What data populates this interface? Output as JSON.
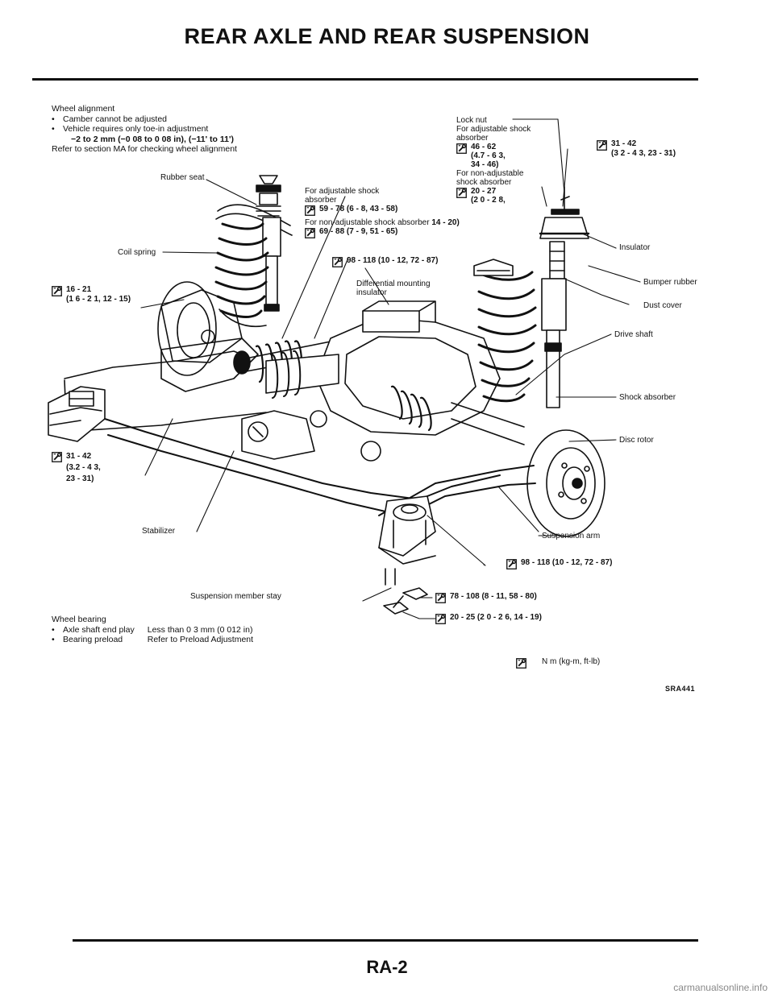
{
  "page": {
    "title": "REAR AXLE AND REAR SUSPENSION",
    "page_number": "RA-2",
    "figure_code": "SRA441",
    "watermark": "carmanualsonline.info"
  },
  "wheel_alignment": {
    "heading": "Wheel alignment",
    "items": [
      "Camber cannot be adjusted",
      "Vehicle requires only toe-in adjustment"
    ],
    "spec": "−2 to 2 mm (−0 08 to 0 08 in), (−11' to 11')",
    "refer": "Refer to section MA for checking wheel alignment"
  },
  "labels": {
    "rubber_seat": "Rubber seat",
    "coil_spring": "Coil spring",
    "lock_nut": "Lock nut",
    "for_adjustable_shock": "For adjustable shock absorber",
    "for_non_adjustable_shock": "For non-adjustable shock absorber",
    "for_adjustable_shock_2": "For adjustable shock absorber",
    "for_non_adjustable_shock_2": "For non-adjustable shock absorber",
    "differential_mounting_insulator": "Differential mounting insulator",
    "insulator": "Insulator",
    "bumper_rubber": "Bumper rubber",
    "dust_cover": "Dust cover",
    "drive_shaft": "Drive shaft",
    "shock_absorber": "Shock absorber",
    "disc_rotor": "Disc rotor",
    "suspension_arm": "Suspension arm",
    "stabilizer": "Stabilizer",
    "suspension_member_stay": "Suspension member stay"
  },
  "torques": {
    "t_lock_nut_adj": "46 - 62",
    "t_lock_nut_adj_b": "(4.7 - 6 3,",
    "t_lock_nut_adj_c": "34 - 46)",
    "t_lock_nut_nonadj": "20 - 27",
    "t_lock_nut_nonadj_b": "(2 0 - 2 8,",
    "t_lock_nut_nonadj_c": "14 - 20)",
    "t_top_right_a": "31 - 42",
    "t_top_right_b": "(3 2 - 4 3, 23 - 31)",
    "t_adj_mount": "59 - 78 (6 - 8, 43 - 58)",
    "t_nonadj_mount": "69 - 88 (7 - 9, 51 - 65)",
    "t_diff_mount": "98 - 118 (10 - 12, 72 - 87)",
    "t_left_a": "16 - 21",
    "t_left_b": "(1 6 - 2 1, 12 - 15)",
    "t_lower_left_a": "31 - 42",
    "t_lower_left_b": "(3.2 - 4 3,",
    "t_lower_left_c": "23 - 31)",
    "t_arm": "98 - 118 (10 - 12, 72 - 87)",
    "t_member_a": "78 - 108 (8 - 11, 58 - 80)",
    "t_member_b": "20 - 25 (2 0 - 2 6, 14 - 19)"
  },
  "wheel_bearing": {
    "heading": "Wheel bearing",
    "rows": [
      {
        "item": "Axle shaft end play",
        "value": "Less than 0 3 mm (0 012 in)"
      },
      {
        "item": "Bearing preload",
        "value": "Refer to Preload Adjustment"
      }
    ]
  },
  "legend": {
    "unit": "N m (kg-m, ft-lb)"
  },
  "icons": [
    "torque-wrench-icon"
  ]
}
